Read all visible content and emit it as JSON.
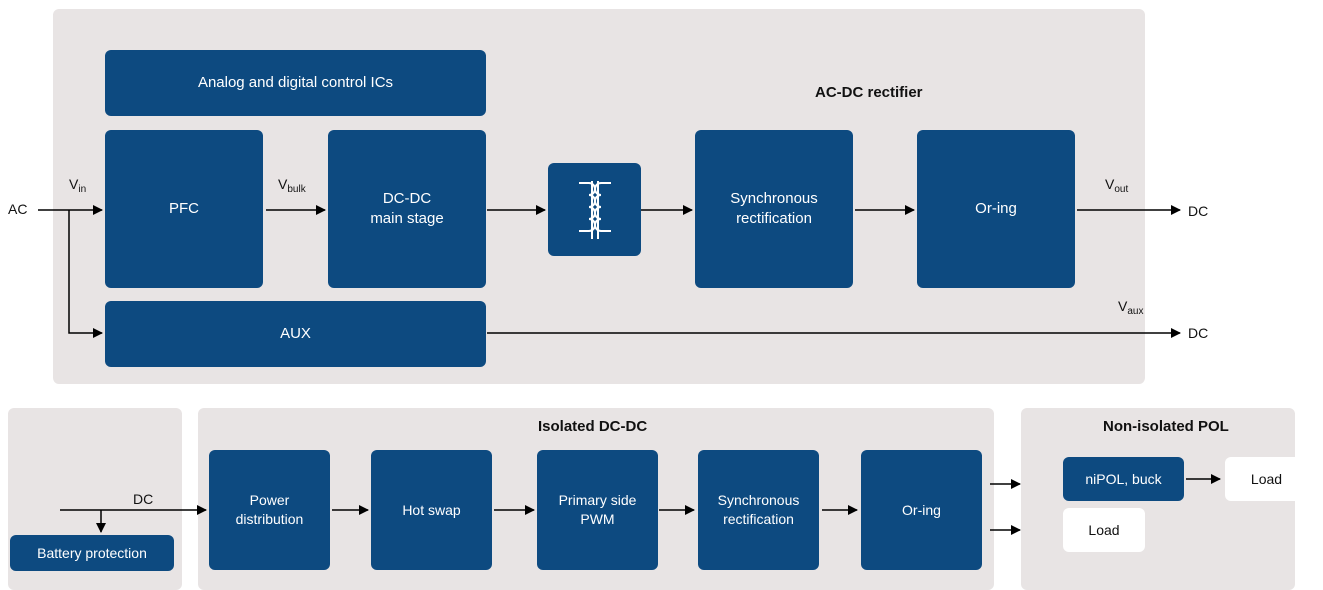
{
  "top_section": {
    "title": "AC-DC rectifier",
    "blocks": {
      "control": "Analog and digital control ICs",
      "pfc": "PFC",
      "dcdc": "DC-DC\nmain stage",
      "sync_rect": "Synchronous\nrectification",
      "oring": "Or-ing",
      "aux": "AUX"
    },
    "transformer_icon": "transformer-icon",
    "labels": {
      "ac_in": "AC",
      "vin": {
        "base": "V",
        "sub": "in"
      },
      "vbulk": {
        "base": "V",
        "sub": "bulk"
      },
      "vout": {
        "base": "V",
        "sub": "out"
      },
      "vaux": {
        "base": "V",
        "sub": "aux"
      },
      "dc_out": "DC",
      "dc_aux_out": "DC"
    }
  },
  "bottom_left": {
    "dc_label": "DC",
    "battery_protection": "Battery protection"
  },
  "isolated": {
    "title": "Isolated DC-DC",
    "blocks": {
      "power_dist": "Power\ndistribution",
      "hot_swap": "Hot swap",
      "primary_pwm": "Primary side\nPWM",
      "sync_rect": "Synchronous\nrectification",
      "oring": "Or-ing"
    }
  },
  "non_isolated": {
    "title": "Non-isolated POL",
    "nipol": "niPOL, buck",
    "load1": "Load",
    "load2": "Load"
  },
  "colors": {
    "block": "#0d4a80",
    "panel": "#e8e4e4",
    "line": "#000000"
  }
}
